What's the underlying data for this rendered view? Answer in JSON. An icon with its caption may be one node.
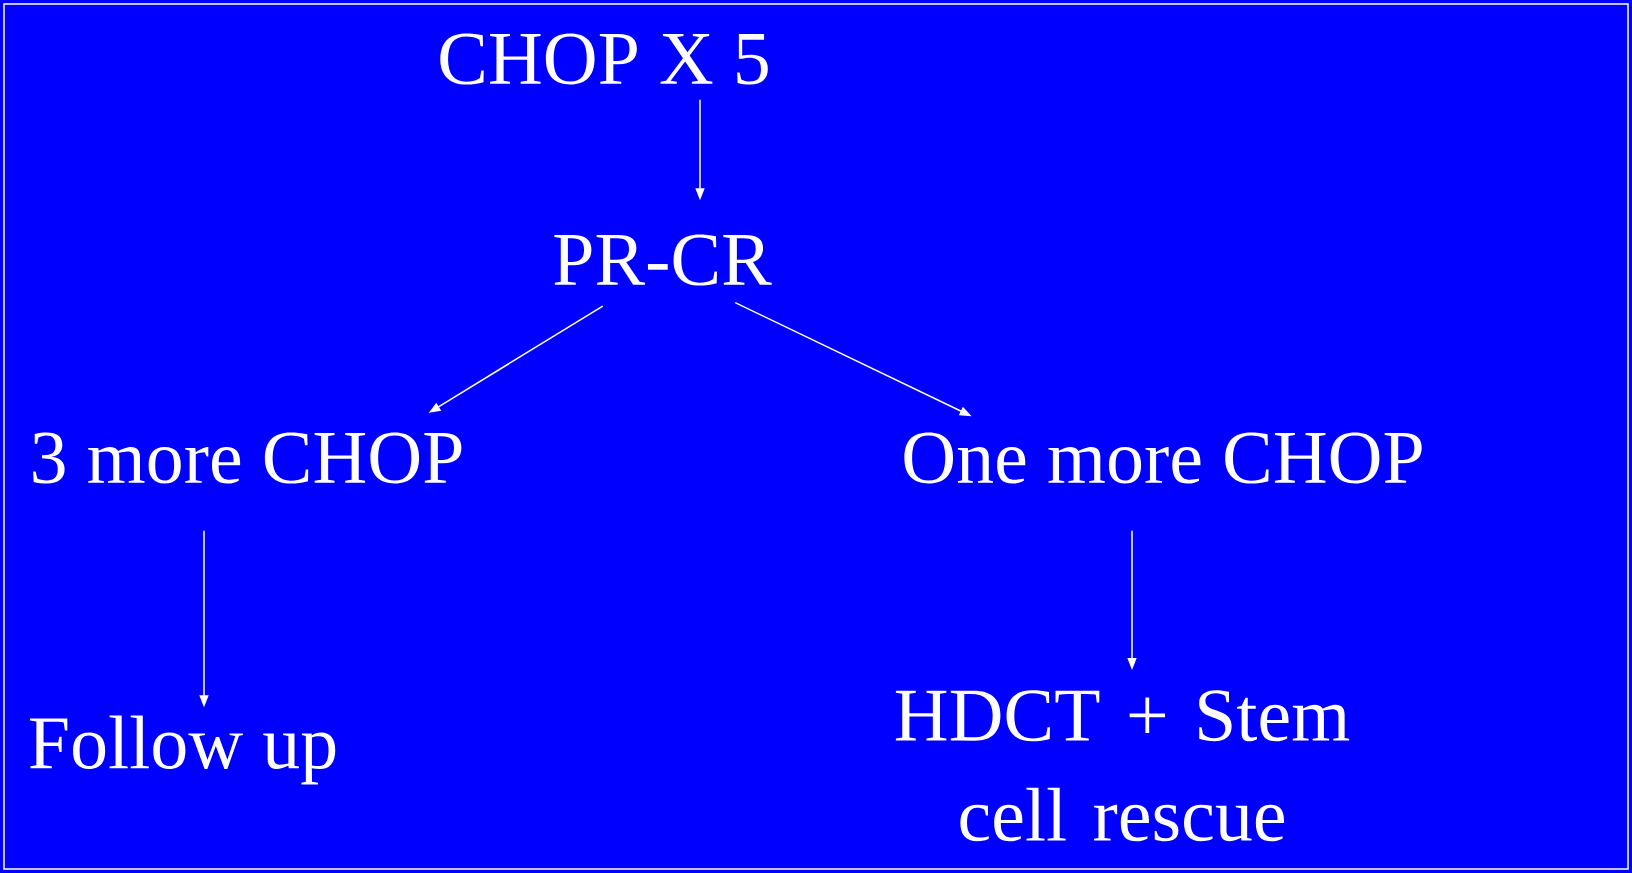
{
  "diagram": {
    "nodes": [
      {
        "text": [
          "CHOP  X  5"
        ]
      },
      {
        "text": [
          "PR-CR"
        ]
      },
      {
        "text": [
          "3 more CHOP"
        ]
      },
      {
        "text": [
          "One more CHOP"
        ]
      },
      {
        "text": [
          "Follow up"
        ]
      },
      {
        "text": [
          "HDCT + Stem cell rescue"
        ]
      }
    ],
    "edges": [
      {
        "from": 0,
        "to": 1,
        "arrow": "to"
      },
      {
        "from": 1,
        "to": 2,
        "arrow": "to"
      },
      {
        "from": 1,
        "to": 3,
        "arrow": "to"
      },
      {
        "from": 2,
        "to": 4,
        "arrow": "to"
      },
      {
        "from": 3,
        "to": 5,
        "arrow": "to"
      }
    ]
  }
}
